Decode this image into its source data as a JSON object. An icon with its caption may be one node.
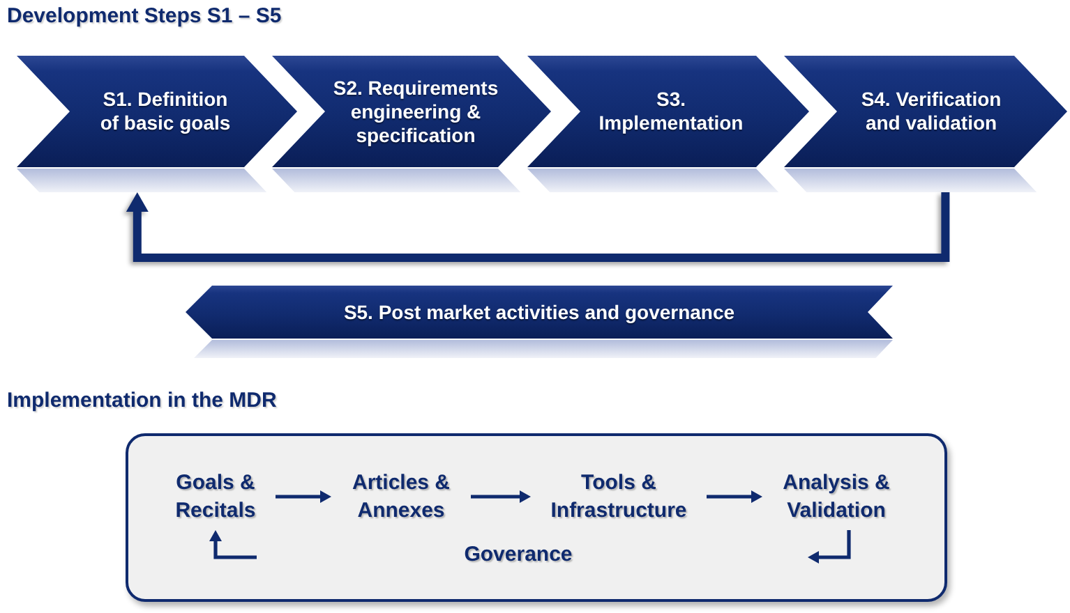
{
  "diagram": {
    "title": "Development Steps S1 – S5",
    "nodes": [
      {
        "text": [
          "S1. Definition of basic goals"
        ]
      },
      {
        "text": [
          "S2. Requirements engineering & specification"
        ]
      },
      {
        "text": [
          "S3. Implementation"
        ]
      },
      {
        "text": [
          "S4. Verification and validation"
        ]
      },
      {
        "text": [
          "S5. Post market activities and governance"
        ]
      },
      {
        "text": [
          "Goverance"
        ]
      },
      {
        "text": [
          "Goals & Recitals"
        ],
        "in": 5
      },
      {
        "text": [
          "Articles & Annexes"
        ],
        "in": 5
      },
      {
        "text": [
          "Tools & Infrastructure"
        ],
        "in": 5
      },
      {
        "text": [
          "Analysis & Validation"
        ],
        "in": 5
      }
    ],
    "edges": [
      {
        "from": 3,
        "to": 0,
        "arrow": "to",
        "style": "thick"
      },
      {
        "from": 6,
        "to": 7,
        "arrow": "to"
      },
      {
        "from": 7,
        "to": 8,
        "arrow": "to"
      },
      {
        "from": 8,
        "to": 9,
        "arrow": "to"
      },
      {
        "from": null,
        "to": 6,
        "arrow": "to"
      },
      {
        "from": 9,
        "to": null,
        "arrow": "to"
      }
    ],
    "labels": [
      "Implementation in the MDR"
    ]
  }
}
